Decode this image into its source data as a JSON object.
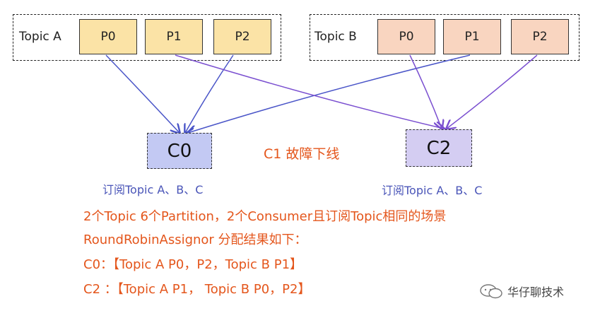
{
  "topic_a": {
    "label": "Topic A",
    "partitions": [
      "P0",
      "P1",
      "P2"
    ]
  },
  "topic_b": {
    "label": "Topic B",
    "partitions": [
      "P0",
      "P1",
      "P2"
    ]
  },
  "consumers": {
    "c0": "C0",
    "c2": "C2"
  },
  "event_label": "C1 故障下线",
  "subscribe_c0": "订阅Topic A、B、C",
  "subscribe_c2": "订阅Topic A、B、C",
  "desc_lines": [
    "2个Topic 6个Partition，2个Consumer且订阅Topic相同的场景",
    "RoundRobinAssignor 分配结果如下：",
    "C0：【Topic A P0，P2，Topic B P1】",
    "C2 ：【Topic A P1， Topic B P0，P2】"
  ],
  "watermark": "华仔聊技术",
  "colors": {
    "arrow_blue": "#4a55c8",
    "arrow_purple": "#7a4fd0",
    "text_orange": "#e4561c",
    "text_blue": "#4a55b8"
  }
}
